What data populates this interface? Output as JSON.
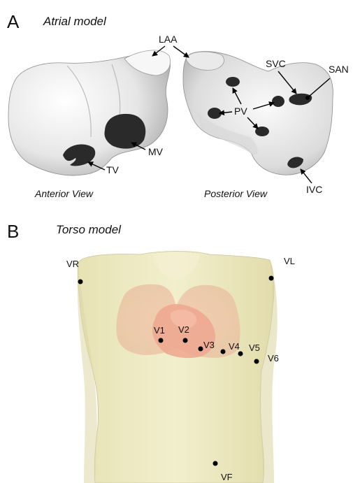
{
  "panel_a": {
    "letter": "A",
    "title": "Atrial model",
    "anterior_caption": "Anterior View",
    "posterior_caption": "Posterior View",
    "labels": {
      "laa": "LAA",
      "svc": "SVC",
      "san": "SAN",
      "pv": "PV",
      "mv": "MV",
      "tv": "TV",
      "ivc": "IVC"
    }
  },
  "panel_b": {
    "letter": "B",
    "title": "Torso model",
    "leads": {
      "vr": "VR",
      "vl": "VL",
      "vf": "VF",
      "v1": "V1",
      "v2": "V2",
      "v3": "V3",
      "v4": "V4",
      "v5": "V5",
      "v6": "V6"
    }
  },
  "colors": {
    "torso": "#efecc3",
    "lungs": "#f1cdb2",
    "heart": "#f2b3a0",
    "atria_surface": "#eeeeee",
    "openings": "#2a2a2a"
  }
}
